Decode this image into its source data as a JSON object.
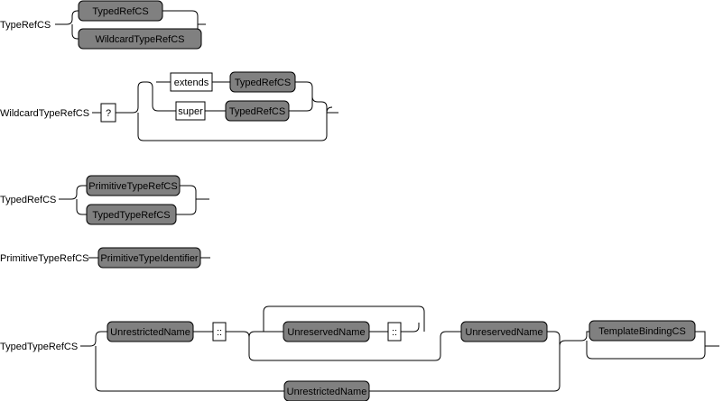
{
  "rules": {
    "typerefcs": {
      "name": "TypeRefCS",
      "alt1": "TypedRefCS",
      "alt2": "WildcardTypeRefCS"
    },
    "wildcardtyperefcs": {
      "name": "WildcardTypeRefCS",
      "question": "?",
      "extends_kw": "extends",
      "extends_ref": "TypedRefCS",
      "super_kw": "super",
      "super_ref": "TypedRefCS"
    },
    "typedrefcs": {
      "name": "TypedRefCS",
      "alt1": "PrimitiveTypeRefCS",
      "alt2": "TypedTypeRefCS"
    },
    "primitivetyperefcs": {
      "name": "PrimitiveTypeRefCS",
      "ref": "PrimitiveTypeIdentifier"
    },
    "typedtyperefcs": {
      "name": "TypedTypeRefCS",
      "first": "UnrestrictedName",
      "sep1": "::",
      "loop_ref": "UnreservedName",
      "loop_sep": "::",
      "last": "UnreservedName",
      "binding": "TemplateBindingCS",
      "alt_bottom": "UnrestrictedName"
    }
  }
}
